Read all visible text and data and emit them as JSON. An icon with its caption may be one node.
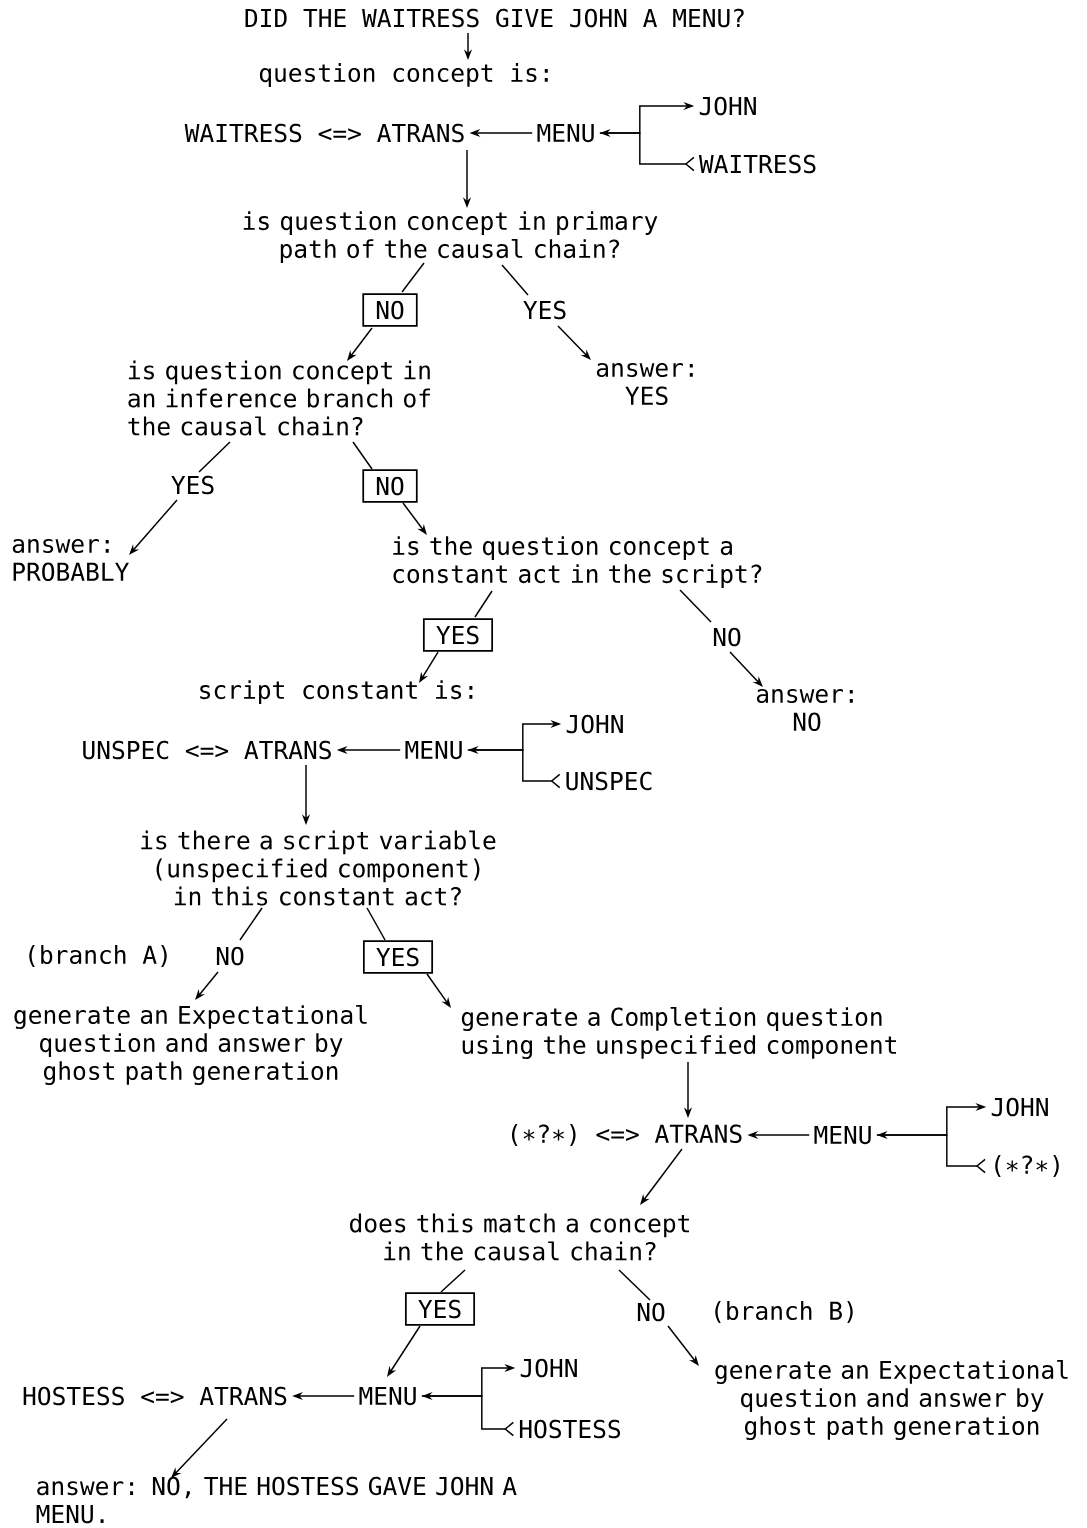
{
  "diagram": {
    "nodes": [
      {
        "text": [
          "DID THE WAITRESS GIVE JOHN A MENU?"
        ]
      },
      {
        "text": [
          "question concept is:"
        ]
      },
      {
        "text": [
          "WAITRESS <=> ATRANS"
        ]
      },
      {
        "text": [
          "MENU"
        ]
      },
      {
        "text": [
          "JOHN"
        ]
      },
      {
        "text": [
          "WAITRESS"
        ]
      },
      {
        "text": [
          "is question concept in primary path of the causal chain?"
        ]
      },
      {
        "text": [
          "NO"
        ]
      },
      {
        "text": [
          "YES"
        ]
      },
      {
        "text": [
          "is question concept in an inference branch of the causal chain?"
        ]
      },
      {
        "text": [
          "answer: YES"
        ]
      },
      {
        "text": [
          "YES"
        ]
      },
      {
        "text": [
          "NO"
        ]
      },
      {
        "text": [
          "answer: PROBABLY"
        ]
      },
      {
        "text": [
          "is the question concept a constant act in the script?"
        ]
      },
      {
        "text": [
          "YES"
        ]
      },
      {
        "text": [
          "NO"
        ]
      },
      {
        "text": [
          "script constant is:"
        ]
      },
      {
        "text": [
          "answer: NO"
        ]
      },
      {
        "text": [
          "UNSPEC <=> ATRANS"
        ]
      },
      {
        "text": [
          "MENU"
        ]
      },
      {
        "text": [
          "JOHN"
        ]
      },
      {
        "text": [
          "UNSPEC"
        ]
      },
      {
        "text": [
          "is there a script variable (unspecified component) in this constant act?"
        ]
      },
      {
        "text": [
          "NO"
        ]
      },
      {
        "text": [
          "YES"
        ]
      },
      {
        "text": [
          "generate an Expectational question and answer by ghost path generation"
        ]
      },
      {
        "text": [
          "generate a Completion question using the unspecified component"
        ]
      },
      {
        "text": [
          "(∗?∗) <=> ATRANS"
        ]
      },
      {
        "text": [
          "MENU"
        ]
      },
      {
        "text": [
          "JOHN"
        ]
      },
      {
        "text": [
          "(∗?∗)"
        ]
      },
      {
        "text": [
          "does this match a concept in the causal chain?"
        ]
      },
      {
        "text": [
          "YES"
        ]
      },
      {
        "text": [
          "NO"
        ]
      },
      {
        "text": [
          "HOSTESS <=> ATRANS"
        ]
      },
      {
        "text": [
          "MENU"
        ]
      },
      {
        "text": [
          "JOHN"
        ]
      },
      {
        "text": [
          "HOSTESS"
        ]
      },
      {
        "text": [
          "generate an Expectational question and answer by ghost path generation"
        ]
      },
      {
        "text": [
          "answer: NO, THE HOSTESS GAVE JOHN A MENU."
        ]
      }
    ],
    "edges": [
      {
        "from": 0,
        "to": 1,
        "arrow": "to"
      },
      {
        "from": 3,
        "to": 2,
        "arrow": "to"
      },
      {
        "from": 3,
        "to": 4,
        "arrow": "to"
      },
      {
        "from": 5,
        "to": 3,
        "arrow": "to"
      },
      {
        "from": 2,
        "to": 6,
        "arrow": "to"
      },
      {
        "from": 6,
        "to": 7,
        "arrow": "none"
      },
      {
        "from": 6,
        "to": 8,
        "arrow": "none"
      },
      {
        "from": 7,
        "to": 9,
        "arrow": "to"
      },
      {
        "from": 8,
        "to": 10,
        "arrow": "to"
      },
      {
        "from": 9,
        "to": 11,
        "arrow": "none"
      },
      {
        "from": 9,
        "to": 12,
        "arrow": "none"
      },
      {
        "from": 11,
        "to": 13,
        "arrow": "to"
      },
      {
        "from": 12,
        "to": 14,
        "arrow": "to"
      },
      {
        "from": 14,
        "to": 15,
        "arrow": "none"
      },
      {
        "from": 14,
        "to": 16,
        "arrow": "none"
      },
      {
        "from": 15,
        "to": 17,
        "arrow": "to"
      },
      {
        "from": 16,
        "to": 18,
        "arrow": "to"
      },
      {
        "from": 20,
        "to": 19,
        "arrow": "to"
      },
      {
        "from": 20,
        "to": 21,
        "arrow": "to"
      },
      {
        "from": 22,
        "to": 20,
        "arrow": "to"
      },
      {
        "from": 19,
        "to": 23,
        "arrow": "to"
      },
      {
        "from": 23,
        "to": 24,
        "arrow": "none"
      },
      {
        "from": 23,
        "to": 25,
        "arrow": "none"
      },
      {
        "from": 24,
        "to": 26,
        "arrow": "to"
      },
      {
        "from": 25,
        "to": 27,
        "arrow": "to"
      },
      {
        "from": 27,
        "to": 28,
        "arrow": "to"
      },
      {
        "from": 29,
        "to": 28,
        "arrow": "to"
      },
      {
        "from": 29,
        "to": 30,
        "arrow": "to"
      },
      {
        "from": 31,
        "to": 29,
        "arrow": "to"
      },
      {
        "from": 28,
        "to": 32,
        "arrow": "to"
      },
      {
        "from": 32,
        "to": 33,
        "arrow": "none"
      },
      {
        "from": 32,
        "to": 34,
        "arrow": "none"
      },
      {
        "from": 33,
        "to": 36,
        "arrow": "to"
      },
      {
        "from": 34,
        "to": 39,
        "arrow": "to"
      },
      {
        "from": 36,
        "to": 35,
        "arrow": "to"
      },
      {
        "from": 36,
        "to": 37,
        "arrow": "to"
      },
      {
        "from": 38,
        "to": 36,
        "arrow": "to"
      },
      {
        "from": 35,
        "to": 40,
        "arrow": "to"
      }
    ],
    "labels": [
      "(branch A)",
      "(branch B)"
    ]
  }
}
